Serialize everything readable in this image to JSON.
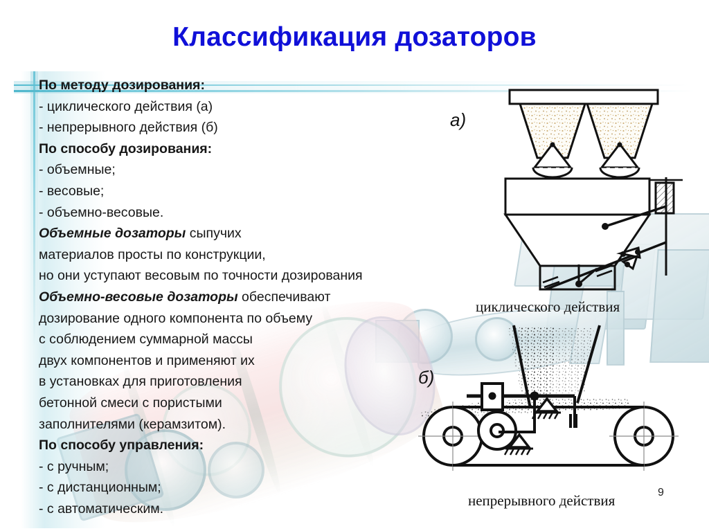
{
  "slide": {
    "title": "Классификация дозаторов",
    "number": "9",
    "title_color": "#1010d8",
    "accent_color": "#55bcd0",
    "background_color": "#ffffff"
  },
  "content": {
    "lines": [
      {
        "id": "l1",
        "text": "По методу дозирования:",
        "style": "head"
      },
      {
        "id": "l2",
        "text": "- циклического действия (а)",
        "style": "plain"
      },
      {
        "id": "l3",
        "text": "- непрерывного действия (б)",
        "style": "plain"
      },
      {
        "id": "l4",
        "text": "По способу дозирования:",
        "style": "head"
      },
      {
        "id": "l5",
        "text": "- объемные;",
        "style": "plain"
      },
      {
        "id": "l6",
        "text": "- весовые;",
        "style": "plain"
      },
      {
        "id": "l7",
        "text": "- объемно-весовые.",
        "style": "plain"
      },
      {
        "id": "l8a",
        "text": "Объемные дозаторы",
        "style": "em"
      },
      {
        "id": "l8b",
        "text": " сыпучих",
        "style": "plain"
      },
      {
        "id": "l9",
        "text": "материалов просты по конструкции,",
        "style": "plain"
      },
      {
        "id": "l10",
        "text": " но они уступают весовым по точности дозирования",
        "style": "plain"
      },
      {
        "id": "l11a",
        "text": "Объемно-весовые дозаторы",
        "style": "em"
      },
      {
        "id": "l11b",
        "text": " обеспечивают",
        "style": "plain"
      },
      {
        "id": "l12",
        "text": "дозирование одного компонента по объему",
        "style": "plain"
      },
      {
        "id": "l13",
        "text": "с соблюдением суммарной массы",
        "style": "plain"
      },
      {
        "id": "l14",
        "text": "двух компонентов и применяют их",
        "style": "plain"
      },
      {
        "id": "l15",
        "text": "в установках для приготовления",
        "style": "plain"
      },
      {
        "id": "l16",
        "text": "бетонной смеси с пористыми",
        "style": "plain"
      },
      {
        "id": "l17",
        "text": "заполнителями (керамзитом).",
        "style": "plain"
      },
      {
        "id": "l18",
        "text": "По способу управления:",
        "style": "head"
      },
      {
        "id": "l19",
        "text": "- с ручным;",
        "style": "plain"
      },
      {
        "id": "l20",
        "text": "- с дистанционным;",
        "style": "plain"
      },
      {
        "id": "l21",
        "text": "- с автоматическим.",
        "style": "plain"
      }
    ]
  },
  "figures": {
    "a": {
      "label": "а)",
      "caption": "циклического действия",
      "description": "Дозатор циклического действия: два бункера с сыпучим материалом, конусные затворы, весовой бункер и рычажный механизм"
    },
    "b": {
      "label": "б)",
      "caption": "непрерывного действия",
      "description": "Дозатор непрерывного действия: ленточный конвейер с приводными барабанами, бункер и весовой рычажный механизм"
    }
  }
}
